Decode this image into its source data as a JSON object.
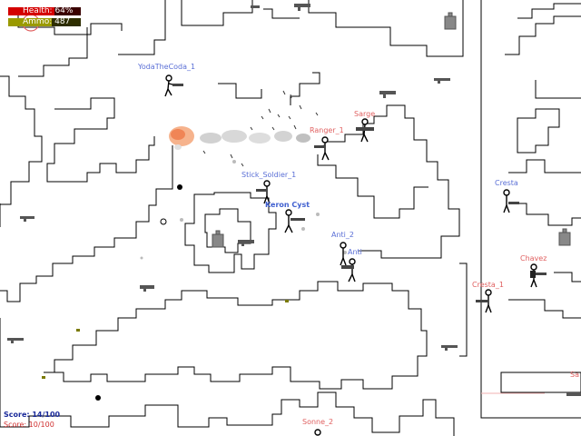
{
  "hud": {
    "health_label": "Health: 64%",
    "health_fraction": 0.64,
    "ammo_label": "Ammo: 487",
    "ammo_fraction": 0.6
  },
  "players": [
    {
      "name": "YodaTheCoda_1",
      "team": "blue"
    },
    {
      "name": "Ranger_1",
      "team": "red"
    },
    {
      "name": "Sarge",
      "team": "red"
    },
    {
      "name": "Stick_Soldier_1",
      "team": "blue"
    },
    {
      "name": "Keron Cyst",
      "team": "blue",
      "is_player": true
    },
    {
      "name": "Anti_2",
      "team": "blue"
    },
    {
      "name": "Anti",
      "team": "blue"
    },
    {
      "name": "Cresta",
      "team": "blue"
    },
    {
      "name": "Chavez",
      "team": "red"
    },
    {
      "name": "Cresta_1",
      "team": "red"
    },
    {
      "name": "Sonne_2",
      "team": "red"
    },
    {
      "name": "Sa",
      "team": "red"
    }
  ],
  "scores": {
    "blue": "Score: 14/100",
    "red": "Score: 10/100"
  },
  "colors": {
    "team_blue": "#5a6fd6",
    "team_red": "#e06060",
    "health": "#d40000",
    "ammo": "#9a9a00"
  },
  "icons": [
    "stick-soldier-icon",
    "gun-pickup-icon",
    "armor-pickup-icon",
    "smoke-trail-icon",
    "explosion-icon"
  ]
}
